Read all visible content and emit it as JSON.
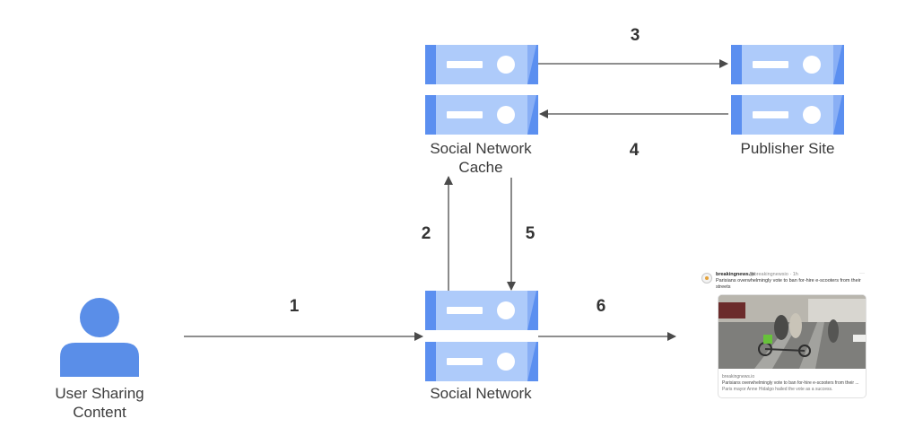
{
  "nodes": {
    "user": {
      "label": "User Sharing\nContent"
    },
    "social_network": {
      "label": "Social Network"
    },
    "cache": {
      "label": "Social Network\nCache"
    },
    "publisher": {
      "label": "Publisher Site"
    }
  },
  "steps": [
    "1",
    "2",
    "3",
    "4",
    "5",
    "6"
  ],
  "tweet": {
    "name": "breakingnews.io",
    "handle": "@breakingnewsio · 1h",
    "text": "Parisians overwhelmingly vote to ban for-hire e-scooters from their streets",
    "link_domain": "breakingnews.io",
    "link_title": "Parisians overwhelmingly vote to ban for-hire e-scooters from their ...",
    "link_desc": "Paris mayor Anne Hidalgo hailed the vote as a success."
  },
  "colors": {
    "server_body": "#aecbfa",
    "server_accent": "#5b8ff0",
    "server_detail": "#ffffff",
    "person": "#5a8ee8",
    "arrow": "#4a4a4a",
    "text": "#3b3b3b"
  }
}
